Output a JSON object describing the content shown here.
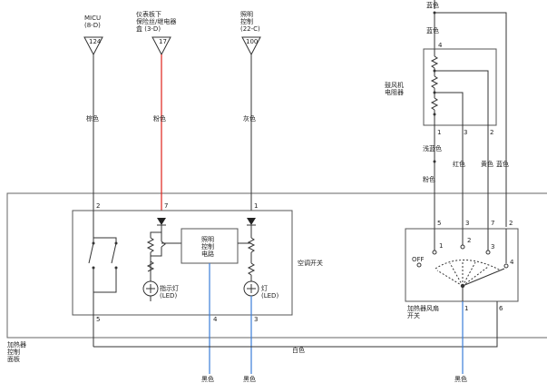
{
  "colors": {
    "wire": "#333333",
    "red_wire": "#e0211a",
    "blue_wire": "#3b7dd8",
    "box": "#555555"
  },
  "connectors": [
    {
      "label_lines": [
        "MICU",
        "(8-D)"
      ],
      "pin": "124"
    },
    {
      "label_lines": [
        "仪表板下",
        "保险丝/继电器",
        "盒 (3-D)"
      ],
      "pin": "17"
    },
    {
      "label_lines": [
        "照明",
        "控制",
        "(22-C)"
      ],
      "pin": "100"
    }
  ],
  "wire_colors": {
    "c1": "棕色",
    "c2": "粉色",
    "c3": "灰色",
    "top": "蓝色",
    "top2": "蓝色",
    "light_green": "浅蓝色",
    "red": "红色",
    "yellow": "黄色",
    "blue_right": "蓝色",
    "pink2": "粉色",
    "white": "白色",
    "gnd1": "黑色",
    "gnd2": "黑色",
    "gnd3": "黑色"
  },
  "components": {
    "ac_switch": "空调开关",
    "indicator": [
      "指示灯",
      "(LED)"
    ],
    "illum_control": [
      "照明",
      "控制",
      "电路"
    ],
    "lamp": [
      "灯",
      "(LED)"
    ],
    "heater_panel": [
      "加热器",
      "控制",
      "面板"
    ],
    "resistor": [
      "鼓风机",
      "电阻器"
    ],
    "fan_switch": [
      "加热器风扇",
      "开关"
    ],
    "off": "OFF"
  },
  "pins": {
    "ac_2": "2",
    "ac_7": "7",
    "ac_1": "1",
    "ac_5": "5",
    "ac_4": "4",
    "ac_3": "3",
    "res_4": "4",
    "res_1": "1",
    "res_3": "3",
    "res_2": "2",
    "fs_5": "5",
    "fs_3": "3",
    "fs_7": "7",
    "fs_2": "2",
    "fs_1": "1",
    "fs_6": "6",
    "pos_1": "1",
    "pos_2": "2",
    "pos_3": "3",
    "pos_4": "4"
  }
}
